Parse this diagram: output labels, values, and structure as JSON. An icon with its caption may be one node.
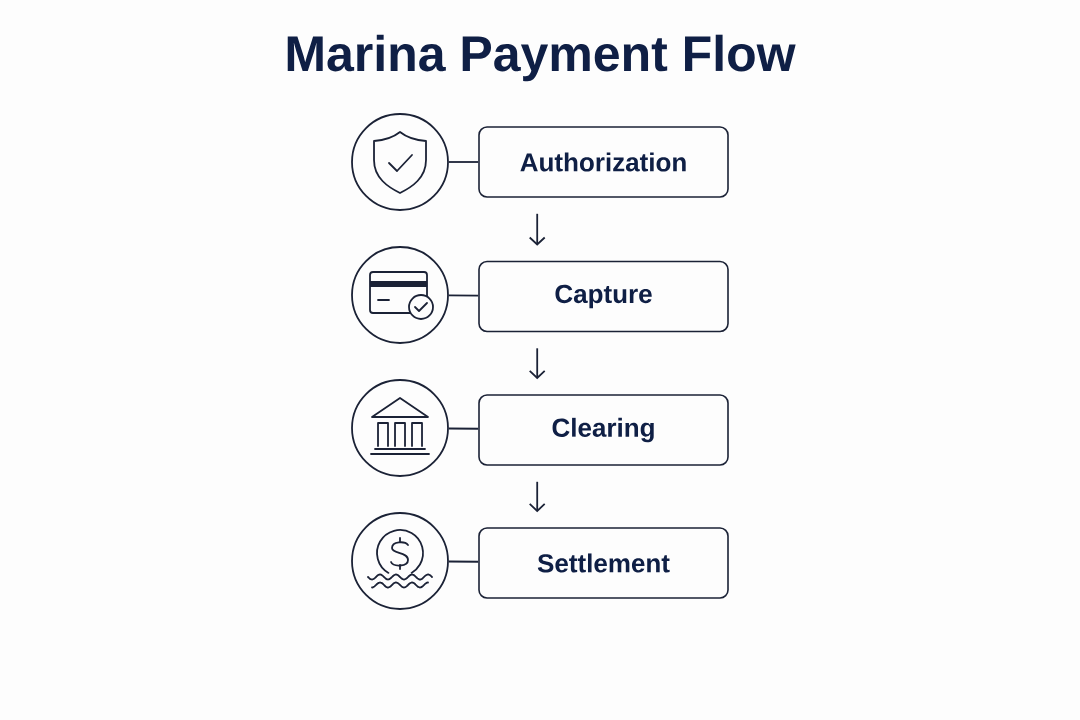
{
  "diagram": {
    "title": "Marina Payment Flow",
    "nodes": [
      {
        "text": [],
        "shape": "circle"
      },
      {
        "text": [
          "Authorization"
        ]
      },
      {
        "text": [],
        "shape": "circle"
      },
      {
        "text": [
          "Capture"
        ]
      },
      {
        "text": [],
        "shape": "circle"
      },
      {
        "text": [
          "Clearing"
        ]
      },
      {
        "text": [],
        "shape": "circle"
      },
      {
        "text": [
          "Settlement"
        ]
      }
    ],
    "edges": [
      {
        "from": 0,
        "to": 1,
        "arrow": "none"
      },
      {
        "from": 1,
        "to": 3,
        "arrow": "to"
      },
      {
        "from": 2,
        "to": 3,
        "arrow": "none"
      },
      {
        "from": 3,
        "to": 5,
        "arrow": "to"
      },
      {
        "from": 4,
        "to": 5,
        "arrow": "none"
      },
      {
        "from": 5,
        "to": 7,
        "arrow": "to"
      },
      {
        "from": 6,
        "to": 7,
        "arrow": "none"
      }
    ]
  }
}
